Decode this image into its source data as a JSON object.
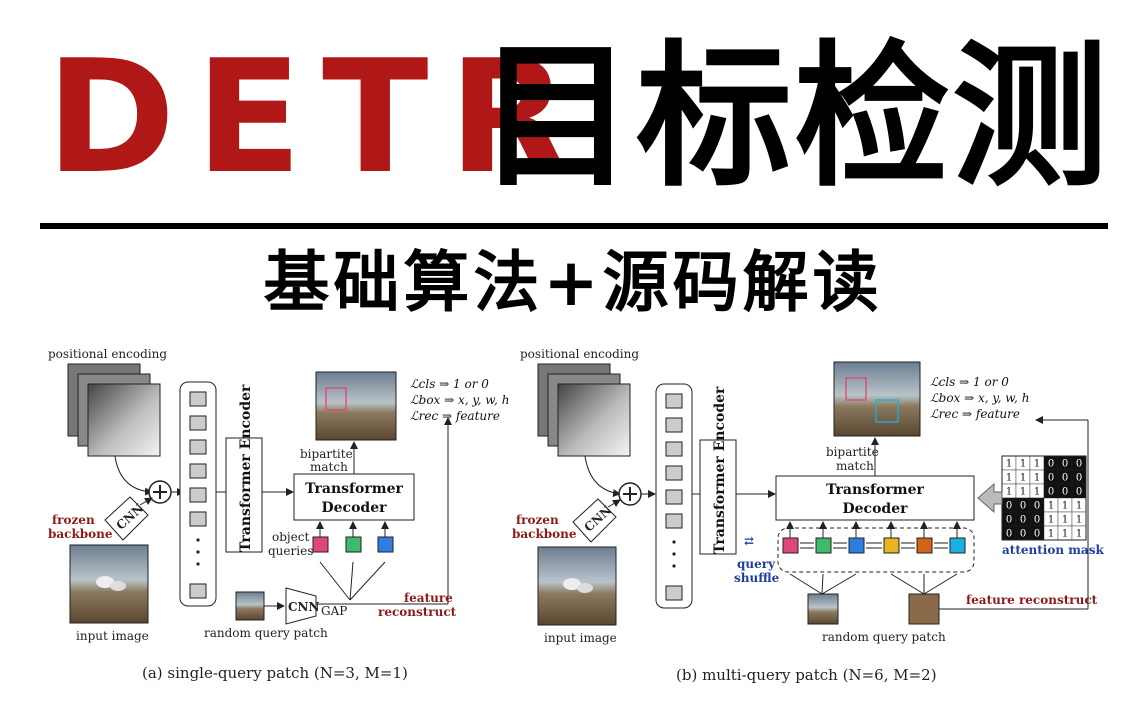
{
  "title": {
    "latin": "DETR",
    "cjk": "目标检测"
  },
  "subtitle": "基础算法+源码解读",
  "diagram_a": {
    "positional_encoding": "positional encoding",
    "frozen": "frozen",
    "backbone": "backbone",
    "cnn": "CNN",
    "input_image": "input image",
    "encoder": "Transformer Encoder",
    "decoder_l1": "Transformer",
    "decoder_l2": "Decoder",
    "bipartite": "bipartite",
    "match": "match",
    "object": "object",
    "queries": "queries",
    "gap": "GAP",
    "random_query_patch": "random query patch",
    "feature": "feature",
    "reconstruct": "reconstruct",
    "loss_cls": "ℒcls ⇒ 1 or 0",
    "loss_box": "ℒbox ⇒ x, y, w, h",
    "loss_rec": "ℒrec ⇒ feature",
    "caption": "(a) single-query patch (N=3, M=1)"
  },
  "diagram_b": {
    "positional_encoding": "positional encoding",
    "frozen": "frozen",
    "backbone": "backbone",
    "cnn": "CNN",
    "input_image": "input image",
    "encoder": "Transformer Encoder",
    "decoder_l1": "Transformer",
    "decoder_l2": "Decoder",
    "bipartite": "bipartite",
    "match": "match",
    "query": "query",
    "shuffle": "shuffle",
    "random_query_patch": "random query patch",
    "feature_reconstruct": "feature reconstruct",
    "attention_mask": "attention mask",
    "loss_cls": "ℒcls ⇒ 1 or 0",
    "loss_box": "ℒbox ⇒ x, y, w, h",
    "loss_rec": "ℒrec ⇒ feature",
    "caption": "(b) multi-query patch (N=6, M=2)",
    "mask_rows": [
      [
        "1",
        "1",
        "1",
        "0",
        "0",
        "0"
      ],
      [
        "1",
        "1",
        "1",
        "0",
        "0",
        "0"
      ],
      [
        "1",
        "1",
        "1",
        "0",
        "0",
        "0"
      ],
      [
        "0",
        "0",
        "0",
        "1",
        "1",
        "1"
      ],
      [
        "0",
        "0",
        "0",
        "1",
        "1",
        "1"
      ],
      [
        "0",
        "0",
        "0",
        "1",
        "1",
        "1"
      ]
    ]
  },
  "colors": {
    "title_red": "#b01818",
    "query_pink": "#e0457b",
    "query_green": "#3dbb6a",
    "query_blue": "#2f7de0",
    "query_yellow": "#e8b422",
    "query_orange": "#d2641a",
    "query_cyan": "#1ab0e0",
    "label_red": "#8b1a1a",
    "label_blue": "#1f3fa0"
  }
}
